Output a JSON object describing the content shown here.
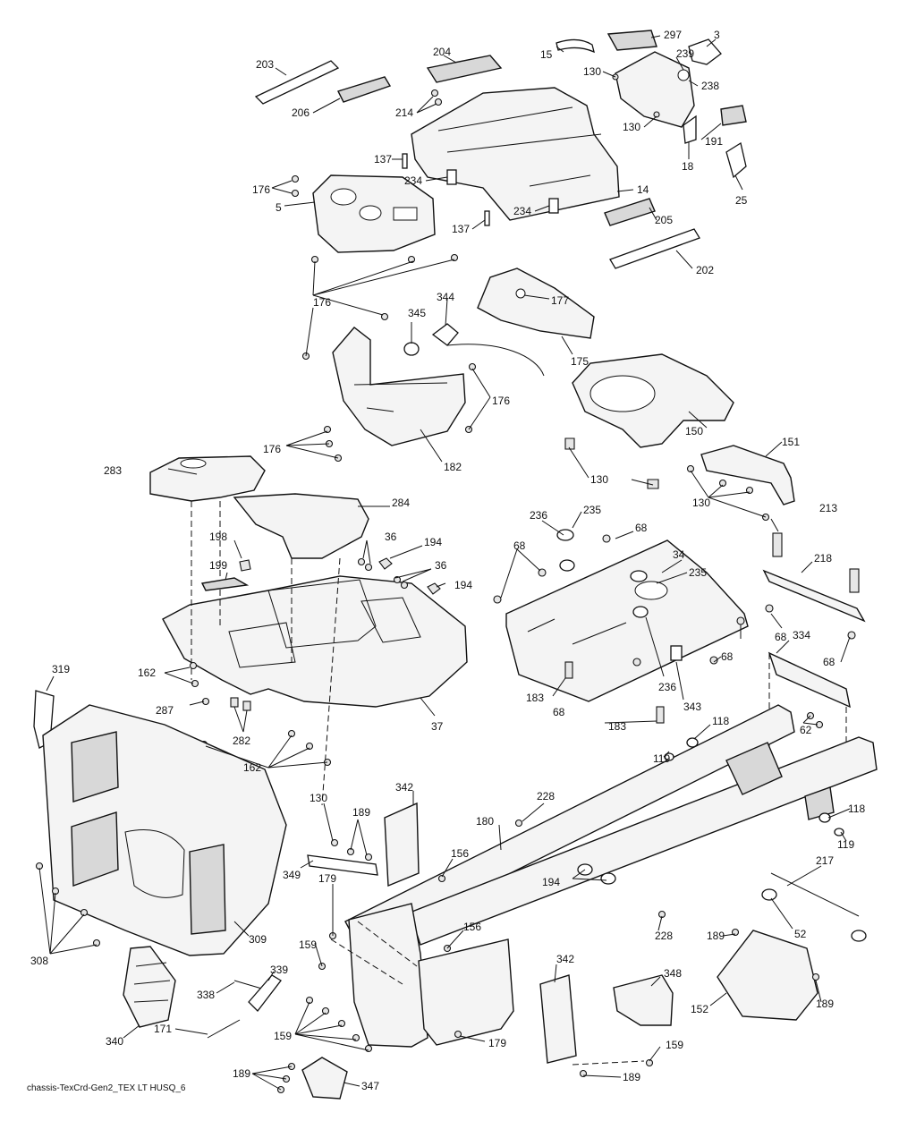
{
  "caption": "chassis-TexCrd-Gen2_TEX LT HUSQ_6",
  "labels": [
    {
      "id": "l297",
      "text": "297"
    },
    {
      "id": "l3",
      "text": "3"
    },
    {
      "id": "l15",
      "text": "15"
    },
    {
      "id": "l204",
      "text": "204"
    },
    {
      "id": "l203",
      "text": "203"
    },
    {
      "id": "l239",
      "text": "239"
    },
    {
      "id": "l130a",
      "text": "130"
    },
    {
      "id": "l238",
      "text": "238"
    },
    {
      "id": "l214",
      "text": "214"
    },
    {
      "id": "l206",
      "text": "206"
    },
    {
      "id": "l130b",
      "text": "130"
    },
    {
      "id": "l191",
      "text": "191"
    },
    {
      "id": "l18",
      "text": "18"
    },
    {
      "id": "l137a",
      "text": "137"
    },
    {
      "id": "l176a",
      "text": "176"
    },
    {
      "id": "l234a",
      "text": "234"
    },
    {
      "id": "l25",
      "text": "25"
    },
    {
      "id": "l14",
      "text": "14"
    },
    {
      "id": "l5",
      "text": "5"
    },
    {
      "id": "l205",
      "text": "205"
    },
    {
      "id": "l137b",
      "text": "137"
    },
    {
      "id": "l234b",
      "text": "234"
    },
    {
      "id": "l202",
      "text": "202"
    },
    {
      "id": "l344",
      "text": "344"
    },
    {
      "id": "l177",
      "text": "177"
    },
    {
      "id": "l176b",
      "text": "176"
    },
    {
      "id": "l345",
      "text": "345"
    },
    {
      "id": "l175",
      "text": "175"
    },
    {
      "id": "l176c",
      "text": "176"
    },
    {
      "id": "l150",
      "text": "150"
    },
    {
      "id": "l151",
      "text": "151"
    },
    {
      "id": "l176d",
      "text": "176"
    },
    {
      "id": "l182",
      "text": "182"
    },
    {
      "id": "l283",
      "text": "283"
    },
    {
      "id": "l130c",
      "text": "130"
    },
    {
      "id": "l130d",
      "text": "130"
    },
    {
      "id": "l284",
      "text": "284"
    },
    {
      "id": "l235a",
      "text": "235"
    },
    {
      "id": "l213",
      "text": "213"
    },
    {
      "id": "l236a",
      "text": "236"
    },
    {
      "id": "l68a",
      "text": "68"
    },
    {
      "id": "l198",
      "text": "198"
    },
    {
      "id": "l36a",
      "text": "36"
    },
    {
      "id": "l194a",
      "text": "194"
    },
    {
      "id": "l68b",
      "text": "68"
    },
    {
      "id": "l34",
      "text": "34"
    },
    {
      "id": "l218",
      "text": "218"
    },
    {
      "id": "l199",
      "text": "199"
    },
    {
      "id": "l36b",
      "text": "36"
    },
    {
      "id": "l235b",
      "text": "235"
    },
    {
      "id": "l194b",
      "text": "194"
    },
    {
      "id": "l68c",
      "text": "68"
    },
    {
      "id": "l334",
      "text": "334"
    },
    {
      "id": "l68d",
      "text": "68"
    },
    {
      "id": "l68e",
      "text": "68"
    },
    {
      "id": "l162a",
      "text": "162"
    },
    {
      "id": "l319",
      "text": "319"
    },
    {
      "id": "l236b",
      "text": "236"
    },
    {
      "id": "l183a",
      "text": "183"
    },
    {
      "id": "l287",
      "text": "287"
    },
    {
      "id": "l343",
      "text": "343"
    },
    {
      "id": "l68f",
      "text": "68"
    },
    {
      "id": "l37",
      "text": "37"
    },
    {
      "id": "l183b",
      "text": "183"
    },
    {
      "id": "l62",
      "text": "62"
    },
    {
      "id": "l118a",
      "text": "118"
    },
    {
      "id": "l282",
      "text": "282"
    },
    {
      "id": "l119a",
      "text": "119"
    },
    {
      "id": "l162b",
      "text": "162"
    },
    {
      "id": "l342a",
      "text": "342"
    },
    {
      "id": "l130e",
      "text": "130"
    },
    {
      "id": "l228a",
      "text": "228"
    },
    {
      "id": "l189a",
      "text": "189"
    },
    {
      "id": "l180",
      "text": "180"
    },
    {
      "id": "l118b",
      "text": "118"
    },
    {
      "id": "l119b",
      "text": "119"
    },
    {
      "id": "l156a",
      "text": "156"
    },
    {
      "id": "l217",
      "text": "217"
    },
    {
      "id": "l194c",
      "text": "194"
    },
    {
      "id": "l349",
      "text": "349"
    },
    {
      "id": "l179a",
      "text": "179"
    },
    {
      "id": "l228b",
      "text": "228"
    },
    {
      "id": "l52",
      "text": "52"
    },
    {
      "id": "l308",
      "text": "308"
    },
    {
      "id": "l309",
      "text": "309"
    },
    {
      "id": "l159a",
      "text": "159"
    },
    {
      "id": "l156b",
      "text": "156"
    },
    {
      "id": "l189b",
      "text": "189"
    },
    {
      "id": "l339",
      "text": "339"
    },
    {
      "id": "l342b",
      "text": "342"
    },
    {
      "id": "l348",
      "text": "348"
    },
    {
      "id": "l338",
      "text": "338"
    },
    {
      "id": "l152",
      "text": "152"
    },
    {
      "id": "l189c",
      "text": "189"
    },
    {
      "id": "l171",
      "text": "171"
    },
    {
      "id": "l340",
      "text": "340"
    },
    {
      "id": "l159b",
      "text": "159"
    },
    {
      "id": "l179b",
      "text": "179"
    },
    {
      "id": "l159c",
      "text": "159"
    },
    {
      "id": "l189d",
      "text": "189"
    },
    {
      "id": "l189e",
      "text": "189"
    },
    {
      "id": "l347",
      "text": "347"
    }
  ]
}
